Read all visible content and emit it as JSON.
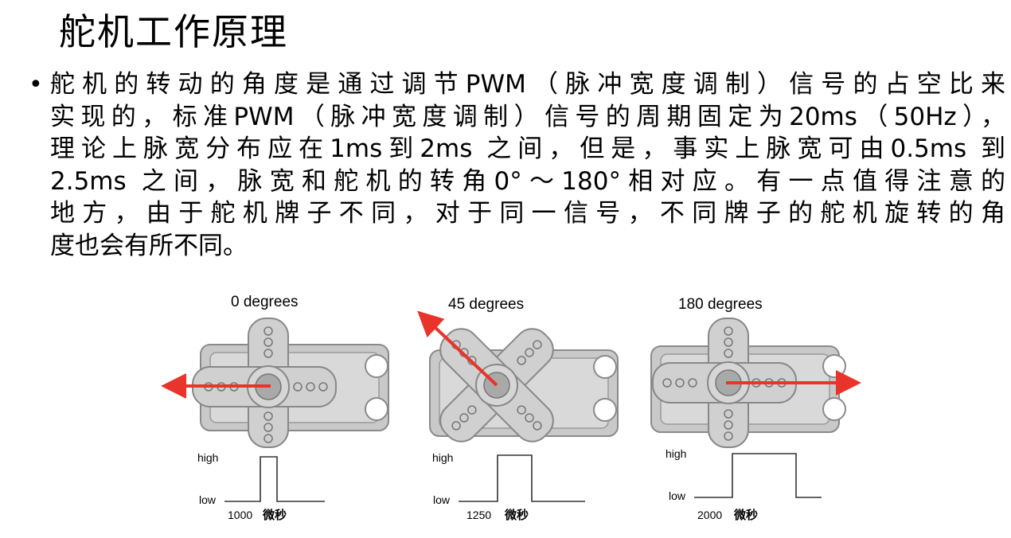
{
  "slide": {
    "title": "舵机工作原理",
    "bullet_lines": [
      "舵机的转动的角度是通过调节PWM（脉冲宽度调制）信号的占空比来",
      "实现的，标准PWM（脉冲宽度调制）信号的周期固定为20ms（50Hz），",
      "理论上脉宽分布应在1ms到2ms  之间，但是，事实上脉宽可由0.5ms  到",
      "2.5ms 之间，脉宽和舵机的转角0°～180°相对应。有一点值得注意的",
      "地方，由于舵机牌子不同，对于同一信号，不同牌子的舵机旋转的角",
      "度也会有所不同。"
    ]
  },
  "figure": {
    "panels": [
      {
        "angle_label": "0 degrees",
        "high": "high",
        "low": "low",
        "pulse_value": "1000",
        "pulse_unit": "微秒"
      },
      {
        "angle_label": "45 degrees",
        "high": "high",
        "low": "low",
        "pulse_value": "1250",
        "pulse_unit": "微秒"
      },
      {
        "angle_label": "180 degrees",
        "high": "high",
        "low": "low",
        "pulse_value": "2000",
        "pulse_unit": "微秒"
      }
    ],
    "colors": {
      "servo_body": "#d4d4d4",
      "servo_stroke": "#8a8a8a",
      "arrow": "#e8342a",
      "hub": "#a9a9a9"
    }
  }
}
